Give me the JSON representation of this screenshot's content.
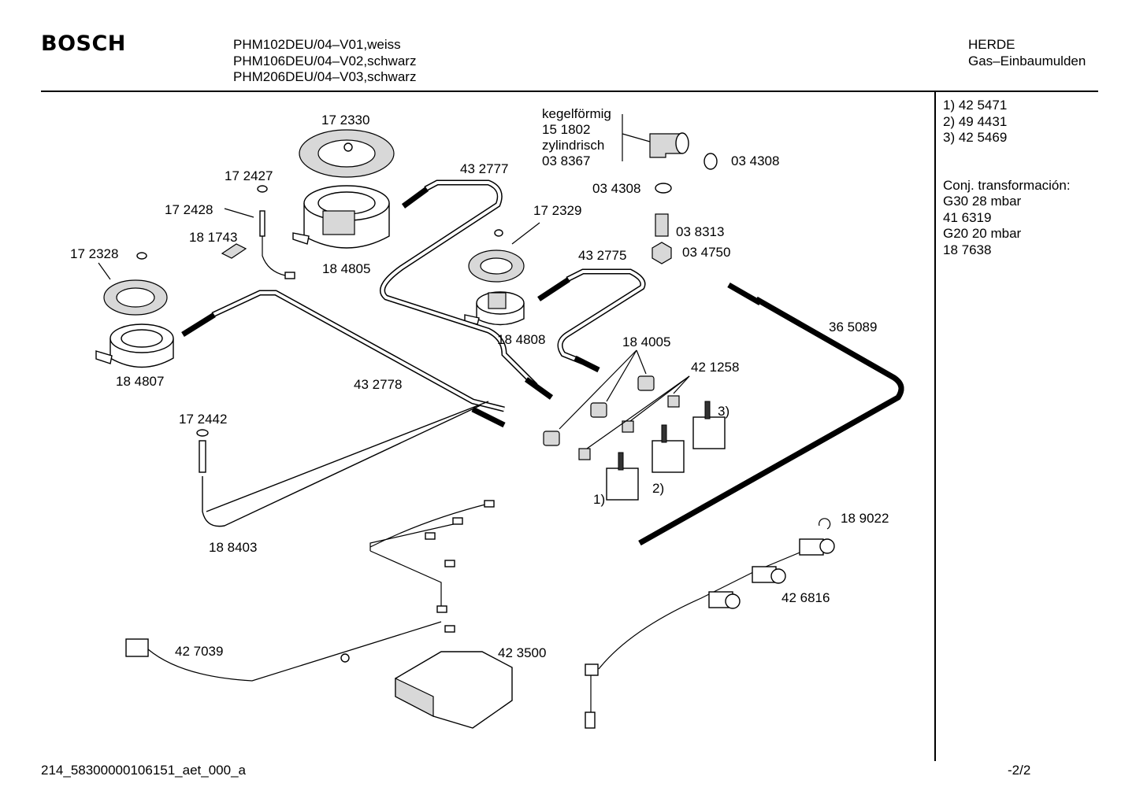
{
  "header": {
    "brand": "BOSCH",
    "models": [
      "PHM102DEU/04–V01,weiss",
      "PHM106DEU/04–V02,schwarz",
      "PHM206DEU/04–V03,schwarz"
    ],
    "category": "HERDE",
    "subcategory": "Gas–Einbaumulden"
  },
  "sidebar": {
    "refs": [
      "1)  42 5471",
      "2)  49 4431",
      "3)  42 5469"
    ],
    "conversion_title": "Conj. transformación:",
    "conversion": [
      "G30  28 mbar",
      "41 6319",
      "G20  20 mbar",
      "18 7638"
    ]
  },
  "footer": {
    "doc_id": "214_58300000106151_aet_000_a",
    "page": "-2/2"
  },
  "parts": {
    "p172330": "17 2330",
    "p172427": "17 2427",
    "p172428": "17 2428",
    "p181743": "18 1743",
    "p172328": "17 2328",
    "p184805": "18 4805",
    "p184807": "18 4807",
    "p432777": "43 2777",
    "p172329": "17 2329",
    "p432775": "43 2775",
    "p184808": "18 4808",
    "p432778": "43 2778",
    "p172442": "17 2442",
    "p188403": "18 8403",
    "kegel_title": "kegelförmig",
    "p151802": "15 1802",
    "zyl_title": "zylindrisch",
    "p038367": "03 8367",
    "p034308a": "03 4308",
    "p034308b": "03 4308",
    "p038313": "03 8313",
    "p034750": "03 4750",
    "p365089": "36 5089",
    "p184005": "18 4005",
    "p421258": "42 1258",
    "v1": "1)",
    "v2": "2)",
    "v3": "3)",
    "p189022": "18 9022",
    "p426816": "42 6816",
    "p427039": "42 7039",
    "p423500": "42 3500"
  }
}
